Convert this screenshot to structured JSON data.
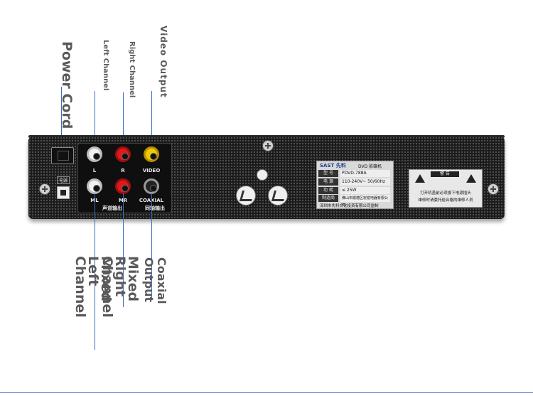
{
  "callouts": {
    "power_cord": "Power Cord",
    "left_channel": "Left Channel",
    "right_channel": "Right Channel",
    "video_output": "Video Output",
    "mixed_left": "Mixed Left Channel",
    "mixed_right": "Mixed Right Channel",
    "coaxial_output": "Coaxial Output"
  },
  "jacks": {
    "l": "L",
    "r": "R",
    "video": "VIDEO",
    "ml": "ML",
    "mr": "MR",
    "coaxial": "COAXIAL",
    "audio_out_cn": "声道输出",
    "coax_out_cn": "同轴输出"
  },
  "power_tag": "电源",
  "nameplate": {
    "brand": "SAST 先科",
    "product": "DVD 影碟机",
    "rows": [
      {
        "k": "型 号",
        "v": "PDVD-788A"
      },
      {
        "k": "电 源",
        "v": "110-240V~ 50/60Hz"
      },
      {
        "k": "功 耗",
        "v": "≤ 25W"
      },
      {
        "k": "制造商",
        "v": "佛山市顺德区宏锐电器有限公司"
      }
    ],
    "footer": "深圳市先科文化投资有限公司监制"
  },
  "warning": {
    "title": "警 告",
    "line1": "打开机盖前必须拔下电源插头",
    "line2": "维修时请委托给合格的维修人员"
  },
  "colors": {
    "callout_line": "#3b6cc4",
    "label_text": "#5a5a5a",
    "panel": "#1c1c1c"
  }
}
